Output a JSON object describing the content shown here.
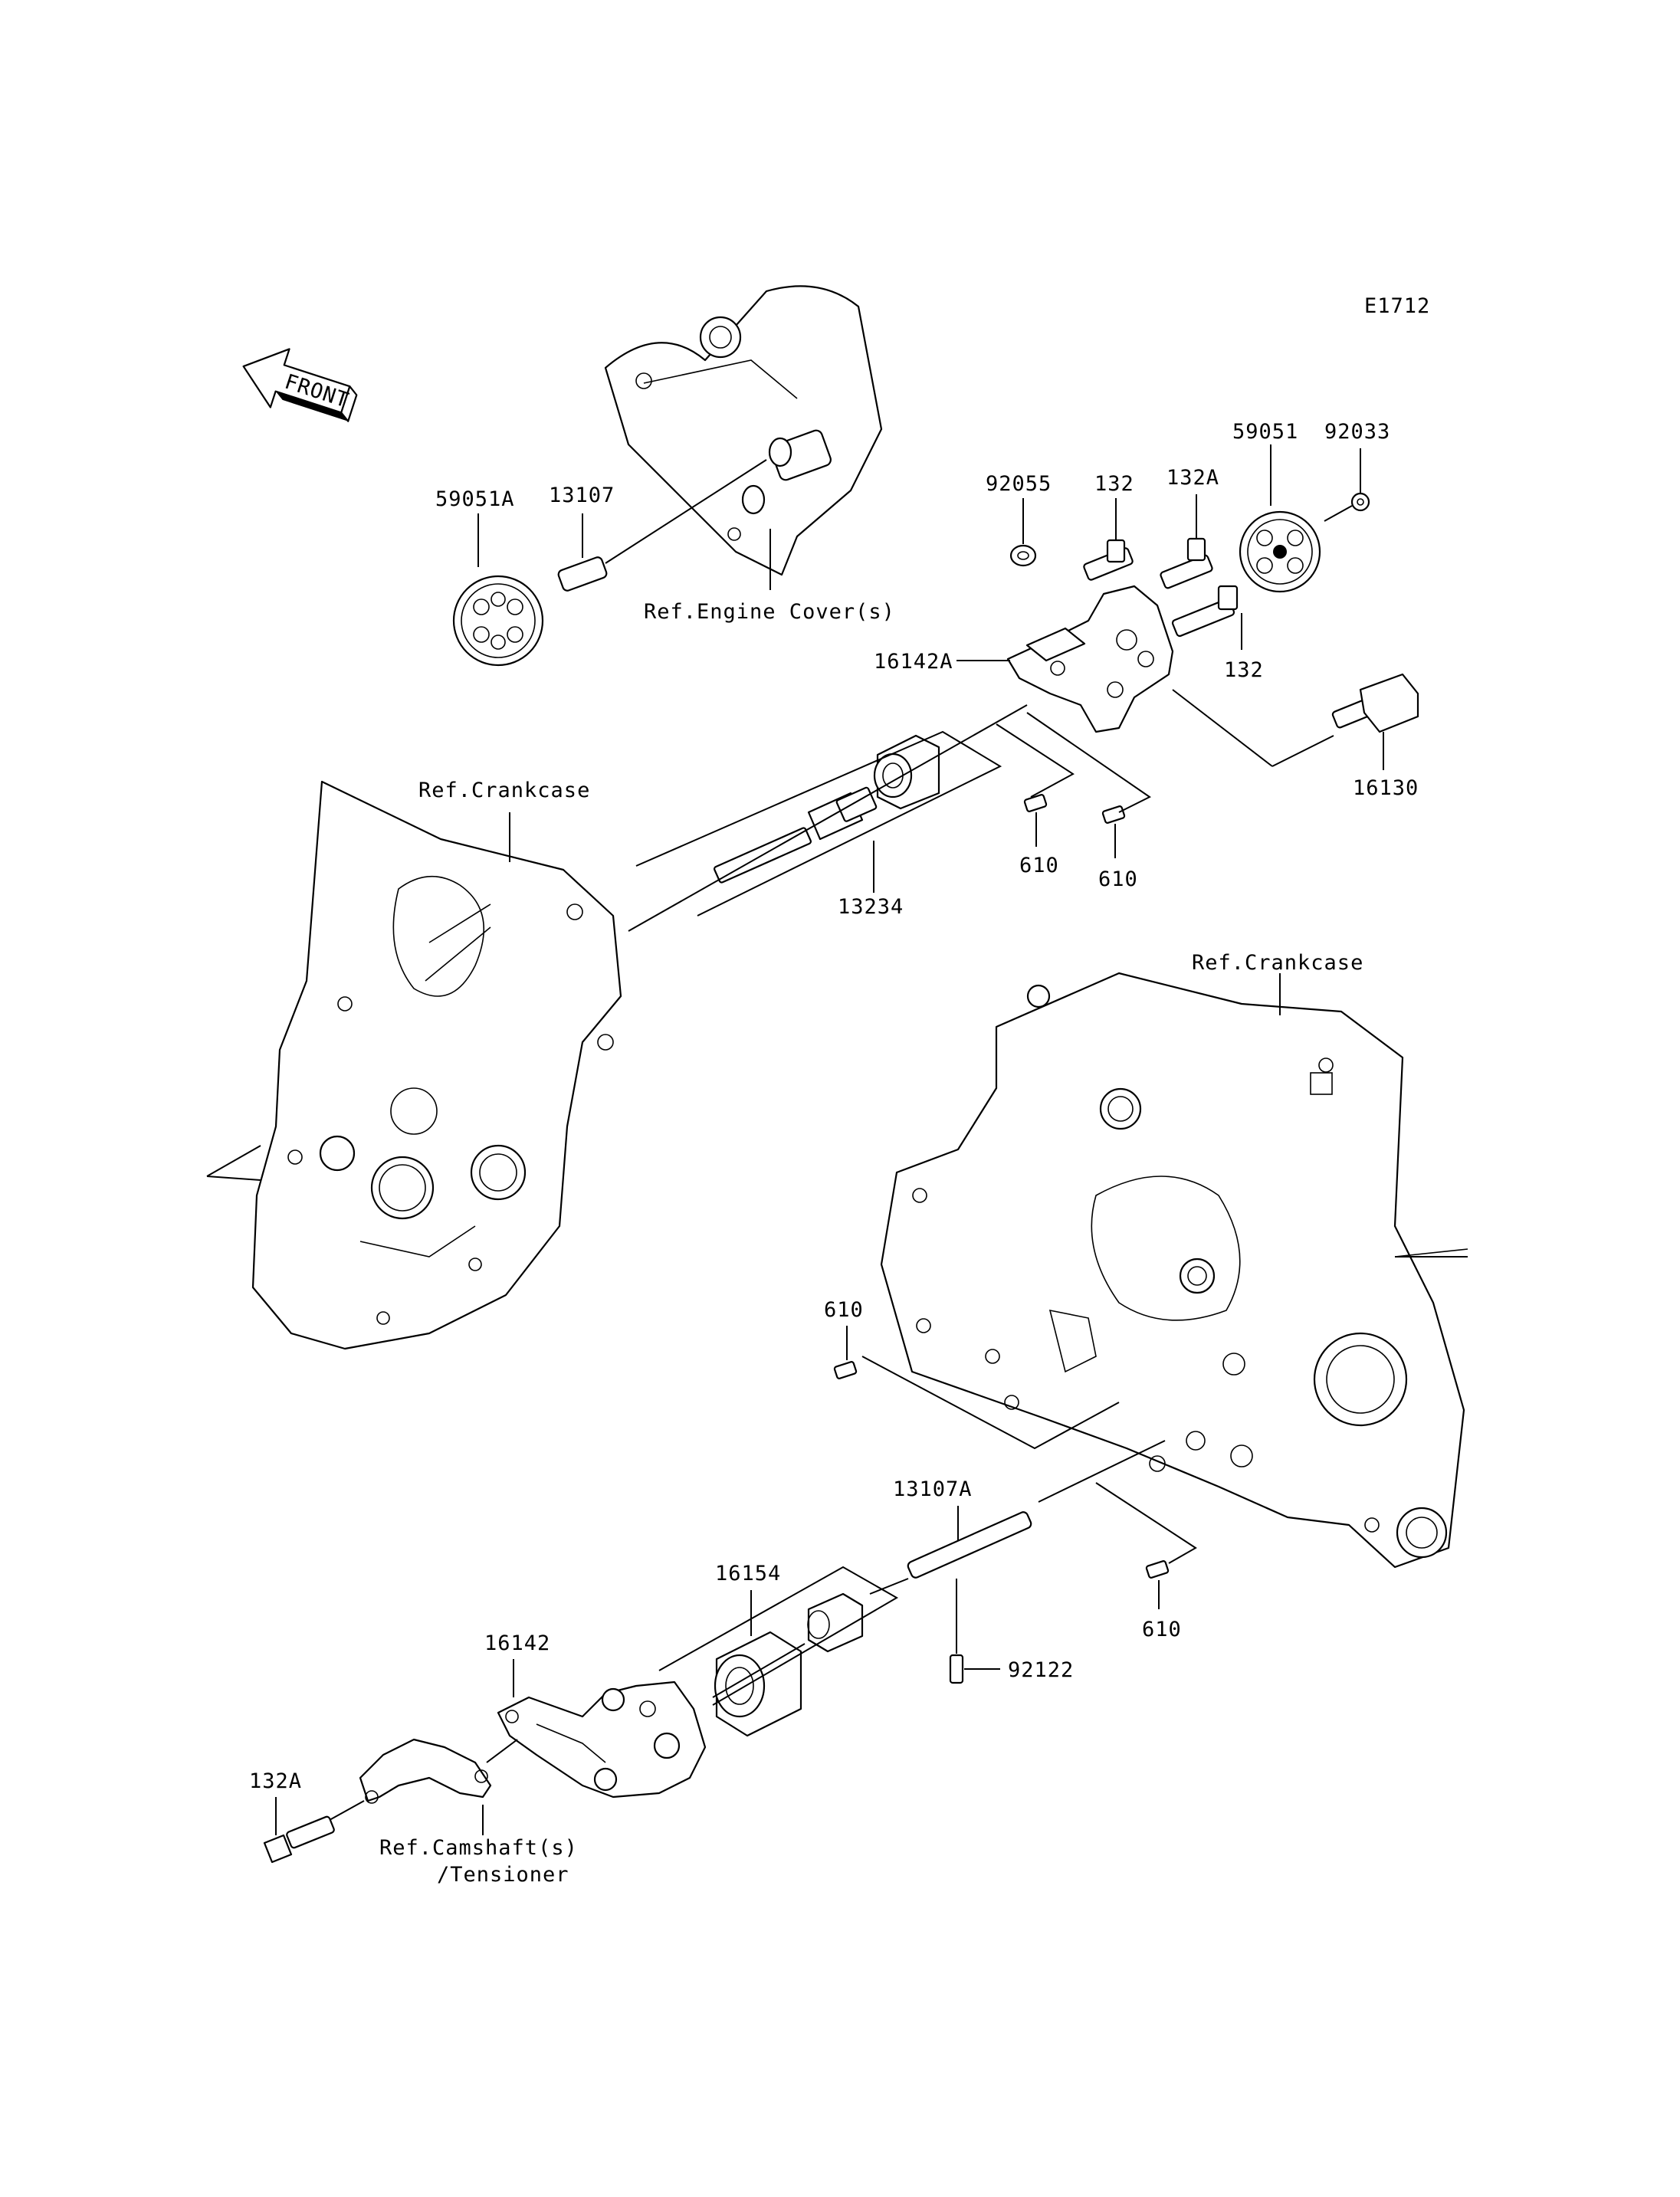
{
  "diagram_code": "E1712",
  "front_arrow": {
    "label": "FRONT",
    "icon": "front-arrow-icon"
  },
  "labels": {
    "p59051A": "59051A",
    "p13107": "13107",
    "ref_engine_cover": "Ref.Engine Cover(s)",
    "p92055": "92055",
    "p132_top": "132",
    "p132A_top": "132A",
    "p59051": "59051",
    "p92033": "92033",
    "p16142A": "16142A",
    "p132_right": "132",
    "p16130": "16130",
    "ref_crankcase_left": "Ref.Crankcase",
    "p610_a": "610",
    "p610_b": "610",
    "p13234": "13234",
    "ref_crankcase_right": "Ref.Crankcase",
    "p610_c": "610",
    "p13107A": "13107A",
    "p16154": "16154",
    "p610_d": "610",
    "p16142": "16142",
    "p92122": "92122",
    "p132A_bottom": "132A",
    "ref_camshaft_line1": "Ref.Camshaft(s)",
    "ref_camshaft_line2": "/Tensioner"
  }
}
